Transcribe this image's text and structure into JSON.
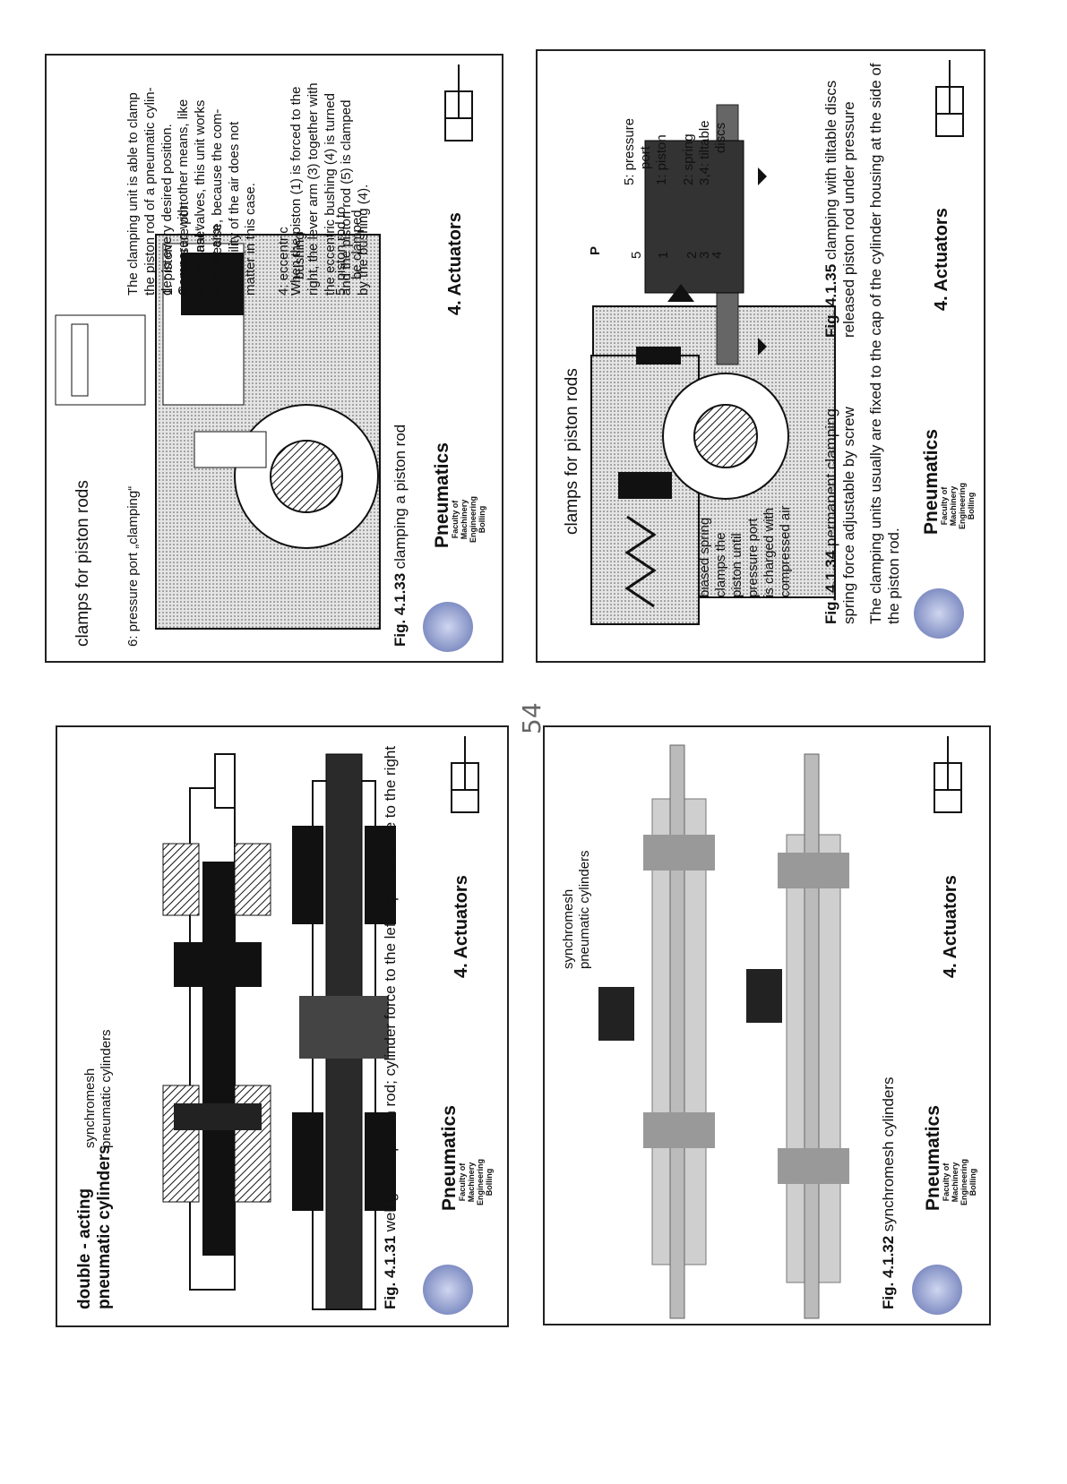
{
  "footer": {
    "pneumatics": "Pneumatics",
    "faculty": [
      "Faculty of Machinery",
      "Engineering",
      "Bolling"
    ],
    "actuators": "4. Actuators"
  },
  "slide1": {
    "title": [
      "double - acting",
      "pneumatic cylinders"
    ],
    "subtitle": [
      "synchromesh",
      "pneumatic cylinders"
    ],
    "caption_num": "Fig. 4.1.31",
    "caption": "well guided piston rod; cylinder force to the left equal to force to the right"
  },
  "slide2": {
    "title": [
      "synchromesh",
      "pneumatic cylinders"
    ],
    "caption_num": "Fig. 4.1.32",
    "caption": "synchromesh cylinders"
  },
  "slide3": {
    "title": "clamps for piston rods",
    "port6": "6: pressure port „clamping“",
    "labels": [
      "1: piston",
      "2: pressure port",
      "„release“",
      "3: lever arm",
      "4: eccentric",
      "bushing",
      "5: piston rod to",
      "be clamped"
    ],
    "text1": [
      "The clamping unit is able to clamp",
      "the piston rod of a pneumatic cylin-",
      "der in every desired position.",
      "Compared with other means, like",
      "directional valves, this unit works",
      "very precise, because the com-",
      "pressibility of the air does not",
      "matter in this case."
    ],
    "text2": [
      "When the piston (1) is forced to the",
      "right, the lever arm (3) together with",
      "the eccentric bushing (4) is turned",
      "and the piston rod (5) is clamped",
      "by the bushing (4)."
    ],
    "caption_num": "Fig. 4.1.33",
    "caption": "clamping a piston rod"
  },
  "slide4": {
    "title": "clamps for piston rods",
    "spring": [
      "biased spring",
      "clamps the",
      "piston until",
      "pressure port",
      "is charged with",
      "compressed air"
    ],
    "p": "P",
    "legend": [
      "5: pressure",
      "port",
      "1: piston",
      "2: spring",
      "3,4: tiltable",
      "discs"
    ],
    "nums": [
      "5",
      "1",
      "2",
      "3",
      "4"
    ],
    "cap34_num": "Fig. 4.1.34",
    "cap34": [
      "permanent clamping",
      "spring force adjustable by screw"
    ],
    "cap35_num": "Fig. 4.1.35",
    "cap35": [
      "clamping with tiltable discs",
      "released piston rod under pressure"
    ],
    "note": [
      "The clamping units usually are fixed to the cap of the cylinder housing at the side of",
      "the piston rod."
    ]
  },
  "page_number": "54"
}
